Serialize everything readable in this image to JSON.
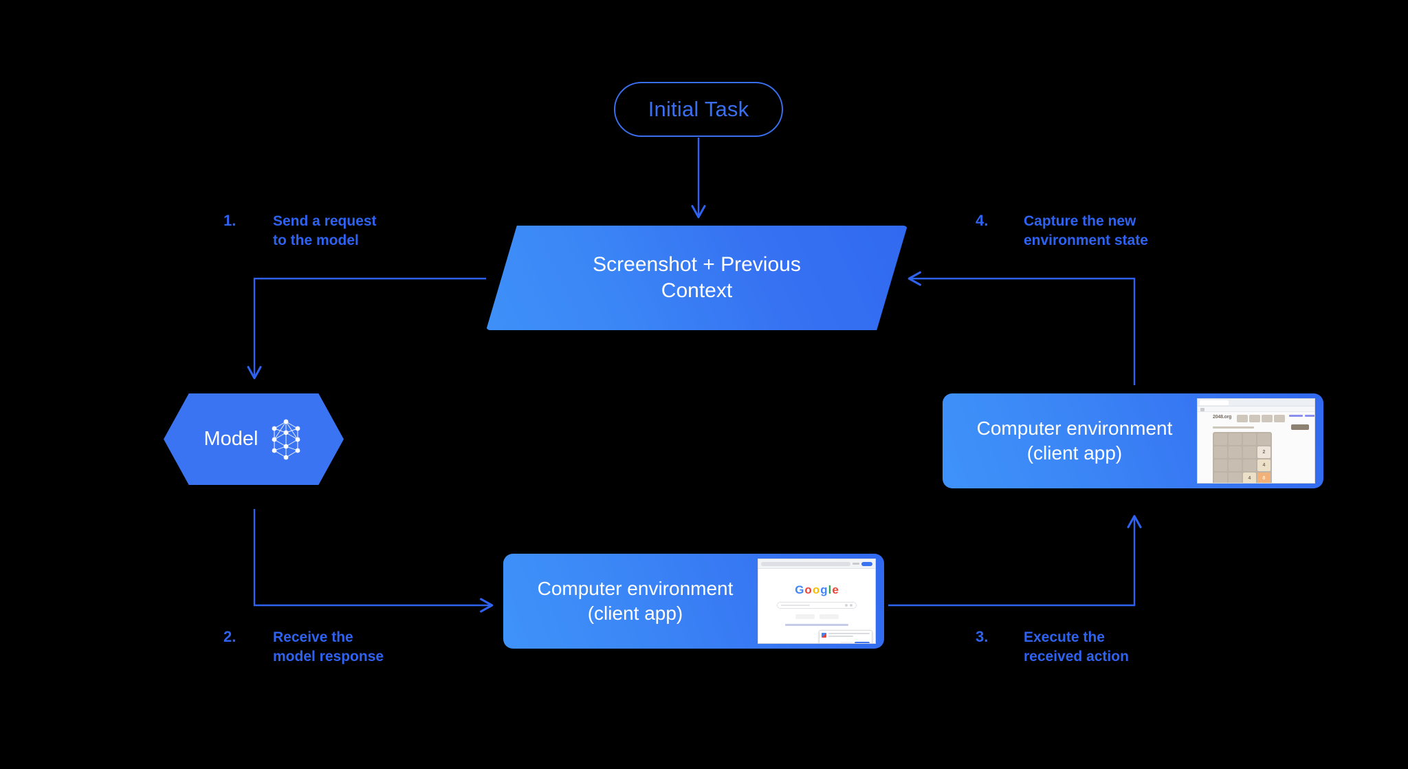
{
  "diagram": {
    "title": "Computer use agent loop",
    "background_color": "#000000",
    "accent_color": "#2f62ee",
    "gradient_from": "#3f93f9",
    "gradient_to": "#3169f0"
  },
  "initial_task": {
    "label": "Initial Task"
  },
  "context_node": {
    "line1": "Screenshot + Previous",
    "line2": "Context"
  },
  "model_node": {
    "label": "Model",
    "icon": "neural-network-icon"
  },
  "env_top": {
    "line1": "Computer environment",
    "line2": "(client app)",
    "thumbnail": "2048-game-screenshot"
  },
  "env_bottom": {
    "line1": "Computer environment",
    "line2": "(client app)",
    "thumbnail": "google-search-screenshot"
  },
  "steps": [
    {
      "number": "1.",
      "line1": "Send a request",
      "line2": "to the model"
    },
    {
      "number": "2.",
      "line1": "Receive the",
      "line2": "model response"
    },
    {
      "number": "3.",
      "line1": "Execute the",
      "line2": "received action"
    },
    {
      "number": "4.",
      "line1": "Capture the new",
      "line2": "environment state"
    }
  ],
  "thumb_2048": {
    "site_title": "2048.org",
    "grid": [
      [
        "",
        "",
        "",
        ""
      ],
      [
        "",
        "",
        "",
        "2"
      ],
      [
        "",
        "",
        "",
        "4"
      ],
      [
        "",
        "",
        "4",
        "8"
      ]
    ]
  },
  "thumb_google": {
    "logo_letters": [
      "G",
      "o",
      "o",
      "g",
      "l",
      "e"
    ]
  }
}
